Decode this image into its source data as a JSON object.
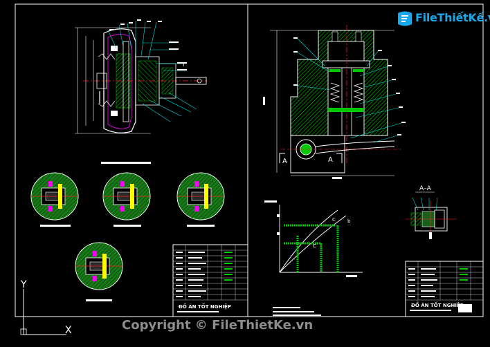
{
  "logo": {
    "text": "FileThiếtKế.vn",
    "tagline": ""
  },
  "watermark": "Copyright © FileThietKe.vn",
  "left_sheet": {
    "section_label": "",
    "title_block_heading": "ĐỒ ÁN TỐT NGHIỆP"
  },
  "right_sheet": {
    "section_label": "A–A",
    "cut_marker_left": "A",
    "cut_marker_right": "A",
    "graph_labels": {
      "c1": "C",
      "c2": "b",
      "c3": "C"
    },
    "title_block_heading": "ĐỒ ÁN TỐT NGHIỆP"
  },
  "ucs": {
    "x_axis": "X",
    "y_axis": "Y"
  },
  "colors": {
    "frame": "#ffffff",
    "part": "#ffffff",
    "hatch_green": "#00c800",
    "leader_cyan": "#00e0e0",
    "magenta": "#ff00ff",
    "red_axis": "#ff2020",
    "yellow": "#ffff00"
  }
}
